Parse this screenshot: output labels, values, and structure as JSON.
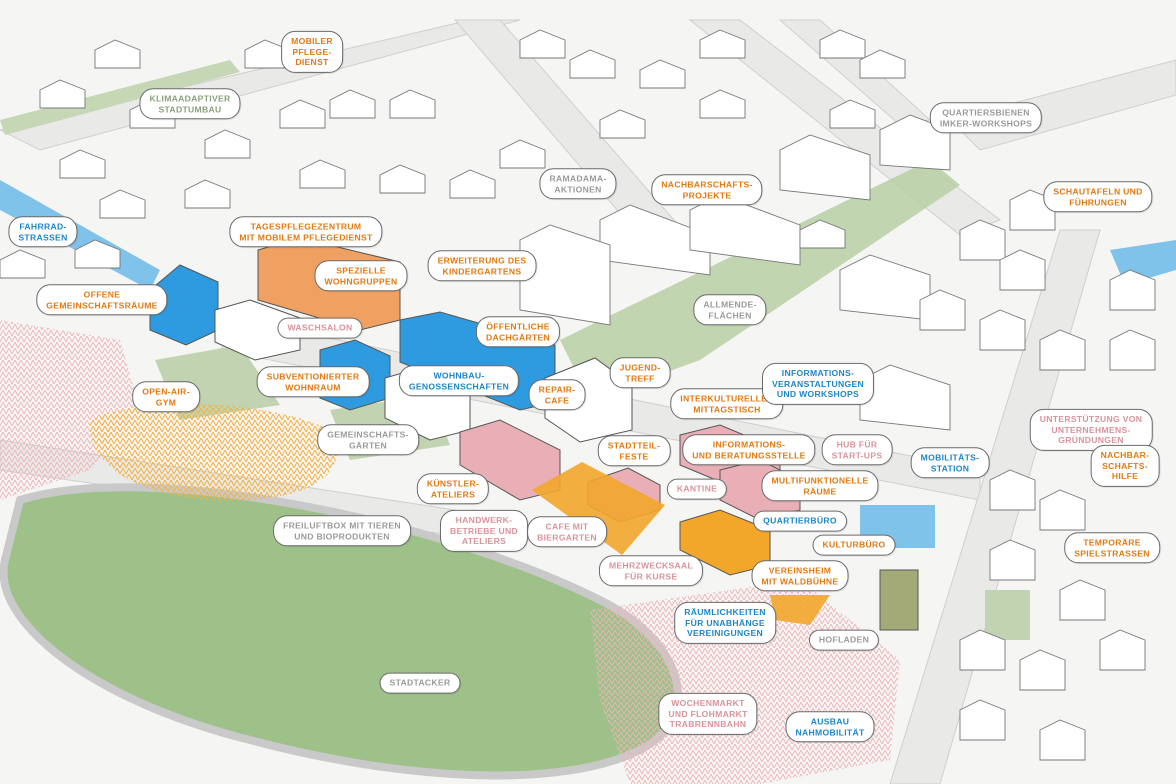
{
  "colors": {
    "orange": "#e07a12",
    "blue": "#1c86c8",
    "pink": "#d9939b",
    "green": "#8aa07a",
    "grey": "#9a9a9a",
    "block_blue": "#2e9be0",
    "block_orange": "#f0a060",
    "block_pink": "#e9aeb6",
    "block_yellow": "#f2a72b"
  },
  "labels": {
    "mobiler_pflegedienst": "MOBILER\nPFLEGE-\nDIENST",
    "klimaadaptiver": "KLIMAADAPTIVER\nSTADTUMBAU",
    "quartiersbienen": "QUARTIERSBIENEN\nIMKER-WORKSHOPS",
    "ramadama": "RAMADAMA-\nAKTIONEN",
    "nachbarschaftsprojekte": "NACHBARSCHAFTS-\nPROJEKTE",
    "schautafeln": "SCHAUTAFELN UND\nFÜHRUNGEN",
    "fahrradstrassen": "FAHRRAD-\nSTRASSEN",
    "tagespflegezentrum": "TAGESPFLEGEZENTRUM\nMIT MOBILEM PFLEGEDIENST",
    "spezielle_wohngruppen": "SPEZIELLE\nWOHNGRUPPEN",
    "erweiterung_kindergarten": "ERWEITERUNG DES\nKINDERGARTENS",
    "allmendeflaechen": "ALLMENDE-\nFLÄCHEN",
    "offene_gemeinschaftsraeume": "OFFENE\nGEMEINSCHAFTSRÄUME",
    "waschsalon": "WASCHSALON",
    "oeffentliche_dachgaerten": "ÖFFENTLICHE\nDACHGÄRTEN",
    "subventionierter_wohnraum": "SUBVENTIONIERTER\nWOHNRAUM",
    "wohnbaugenossenschaften": "WOHNBAU-\nGENOSSENSCHAFTEN",
    "repair_cafe": "REPAIR-\nCAFE",
    "jugendtreff": "JUGEND-\nTREFF",
    "interkultureller_mittagstisch": "INTERKULTURELLER\nMITTAGSTISCH",
    "informationsveranstaltungen": "INFORMATIONS-\nVERANSTALTUNGEN\nUND WORKSHOPS",
    "open_air_gym": "OPEN-AIR-\nGYM",
    "gemeinschaftsgaerten": "GEMEINSCHAFTS-\nGÄRTEN",
    "stadtteilfeste": "STADTTEIL-\nFESTE",
    "informations_beratungsstelle": "INFORMATIONS-\nUND BERATUNGSSTELLE",
    "hub_startups": "HUB FÜR\nSTART-UPS",
    "unterstuetzung_unternehmensgruendungen": "UNTERSTÜTZUNG VON\nUNTERNEHMENS-\nGRÜNDUNGEN",
    "nachbarschaftshilfe": "NACHBAR-\nSCHAFTS-\nHILFE",
    "mobilitaetsstation": "MOBILITÄTS-\nSTATION",
    "kuenstlerateliers": "KÜNSTLER-\nATELIERS",
    "kantine": "KANTINE",
    "multifunktionelle_raeume": "MULTIFUNKTIONELLE\nRÄUME",
    "quartierbuero": "QUARTIERBÜRO",
    "freiluftbox": "FREILUFTBOX MIT TIEREN\nUND BIOPRODUKTEN",
    "handwerksbetriebe": "HANDWERK-\nBETRIEBE UND\nATELIERS",
    "cafe_biergarten": "CAFE MIT\nBIERGARTEN",
    "kulturbuero": "KULTURBÜRO",
    "temporaere_spielstrassen": "TEMPORÄRE\nSPIELSTRASSEN",
    "mehrzwecksaal": "MEHRZWECKSAAL\nFÜR KURSE",
    "vereinsheim": "VEREINSHEIM\nMIT WALDBÜHNE",
    "raeumlichkeiten_vereinigungen": "RÄUMLICHKEITEN\nFÜR UNABHÄNGE\nVEREINIGUNGEN",
    "hofladen": "HOFLADEN",
    "stadtacker": "STADTACKER",
    "wochenmarkt": "WOCHENMARKT\nUND FLOHMARKT\nTRABRENNBAHN",
    "ausbau_nahmobilitaet": "AUSBAU\nNAHMOBILITÄT"
  }
}
